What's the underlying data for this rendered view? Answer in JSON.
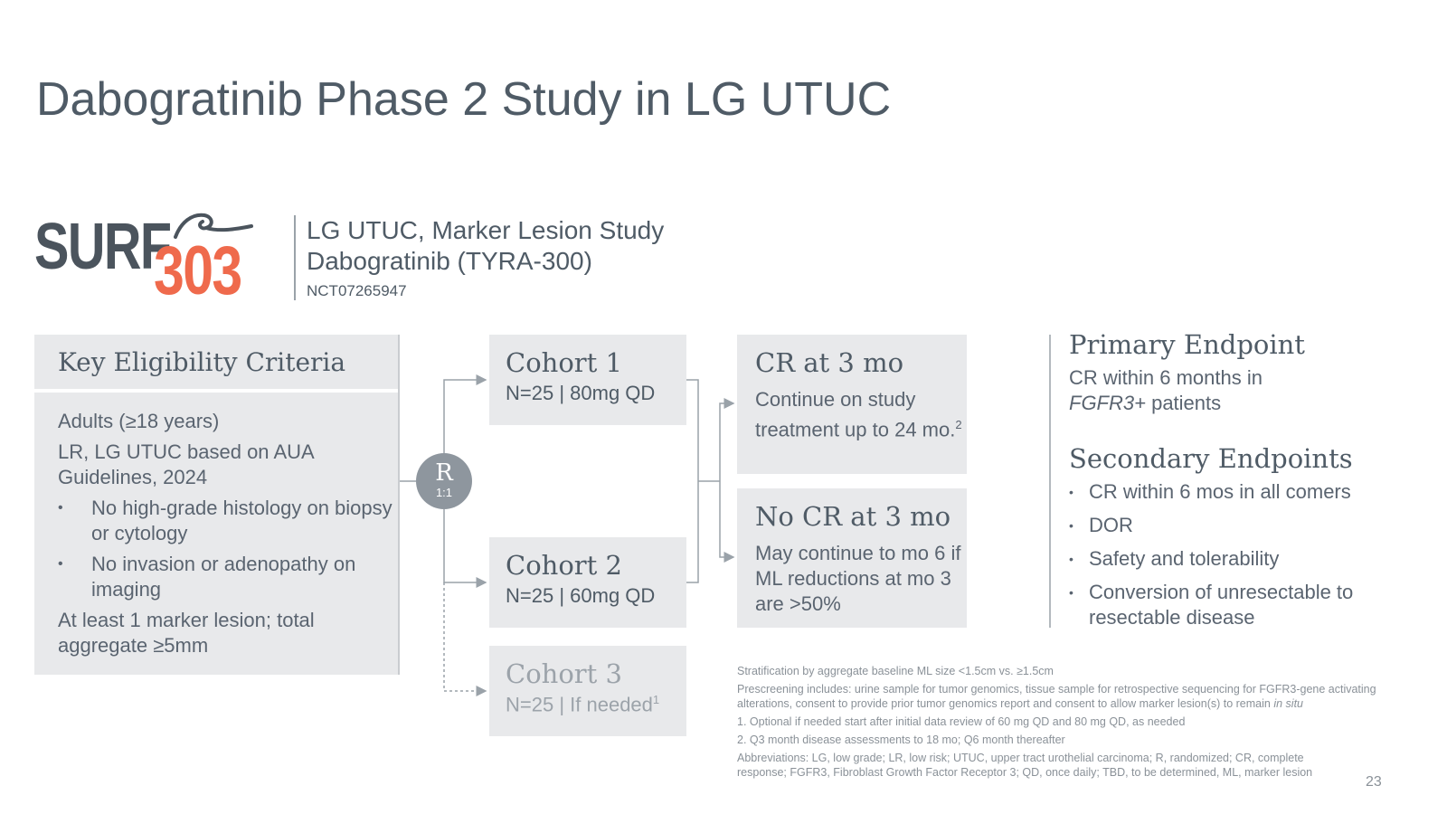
{
  "slide": {
    "title": "Dabogratinib Phase 2 Study in LG UTUC",
    "page_number": "23"
  },
  "logo": {
    "text": "SURF",
    "number": "303"
  },
  "study": {
    "line1": "LG UTUC, Marker Lesion Study",
    "line2": "Dabogratinib (TYRA-300)",
    "line3": "NCT07265947"
  },
  "eligibility": {
    "title": "Key Eligibility Criteria",
    "item1": "Adults (≥18 years)",
    "item2": "LR, LG UTUC based on AUA Guidelines, 2024",
    "bullets": [
      "No high-grade histology on biopsy or cytology",
      "No invasion or adenopathy on imaging"
    ],
    "item3": "At least 1 marker lesion; total aggregate ≥5mm"
  },
  "randomization": {
    "letter": "R",
    "ratio": "1:1"
  },
  "cohorts": [
    {
      "title": "Cohort 1",
      "detail": "N=25 | 80mg QD"
    },
    {
      "title": "Cohort 2",
      "detail": "N=25 | 60mg QD"
    },
    {
      "title": "Cohort 3",
      "detail": "N=25 | If needed",
      "superscript": "1"
    }
  ],
  "outcomes": {
    "cr": {
      "title": "CR at 3 mo",
      "body": "Continue on study treatment up to 24 mo.",
      "superscript": "2"
    },
    "no_cr": {
      "title": "No CR at 3 mo",
      "body": "May continue to mo 6 if ML reductions at mo 3 are >50%"
    }
  },
  "endpoints": {
    "primary_title": "Primary Endpoint",
    "primary_text_1": "CR within 6 months in",
    "primary_text_italic": "FGFR3+",
    "primary_text_2": " patients",
    "secondary_title": "Secondary Endpoints",
    "secondary_items": [
      "CR within 6 mos in all comers",
      "DOR",
      "Safety and tolerability",
      "Conversion of unresectable to resectable disease"
    ]
  },
  "footnotes": {
    "stratification": "Stratification by aggregate baseline ML size <1.5cm vs. ≥1.5cm",
    "prescreening": "Prescreening includes: urine sample for tumor genomics, tissue sample for retrospective sequencing for FGFR3-gene activating alterations, consent to provide prior tumor genomics report and consent to allow marker lesion(s) to remain ",
    "prescreening_italic": "in situ",
    "note1": "1. Optional if needed start after initial data review of 60 mg QD and 80 mg QD, as needed",
    "note2": "2. Q3 month disease assessments to 18 mo; Q6 month thereafter",
    "abbreviations": "Abbreviations: LG, low grade; LR, low risk; UTUC, upper tract urothelial carcinoma; R, randomized; CR, complete response; FGFR3, Fibroblast Growth Factor Receptor 3; QD, once daily; TBD, to be determined, ML, marker lesion"
  },
  "colors": {
    "title_text": "#4f5b66",
    "box_fill": "#e8e9eb",
    "logo_dark": "#4b545d",
    "logo_accent": "#ef6a4c",
    "r_circle": "#8e969e",
    "connector": "#9aa2a9"
  }
}
